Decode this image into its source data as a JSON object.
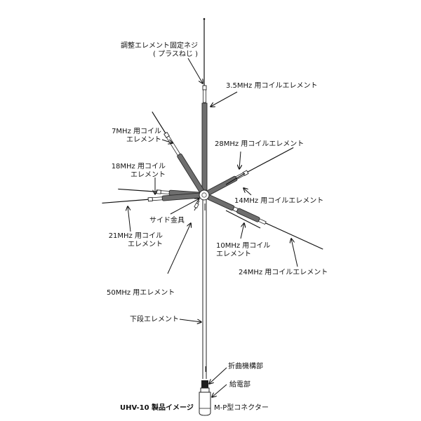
{
  "diagram": {
    "caption": "UHV-10 製品イメージ",
    "labels": {
      "adjust_screw": {
        "line1": "調整エレメント固定ネジ",
        "line2": "( プラスねじ )"
      },
      "coil_3_5": "3.5MHz 用コイルエレメント",
      "coil_7": {
        "line1": "7MHz 用コイル",
        "line2": "エレメント"
      },
      "coil_28": "28MHz 用コイルエレメント",
      "coil_18": {
        "line1": "18MHz 用コイル",
        "line2": "エレメント"
      },
      "coil_14": "14MHz 用コイルエレメント",
      "side_bracket": "サイド金具",
      "coil_21": {
        "line1": "21MHz 用コイル",
        "line2": "エレメント"
      },
      "coil_10": {
        "line1": "10MHz 用コイル",
        "line2": "エレメント"
      },
      "coil_24": "24MHz 用コイルエレメント",
      "element_50": "50MHz 用エレメント",
      "lower_element": "下段エレメント",
      "folding_mechanism": "折曲機構部",
      "feed_point": "給電部",
      "connector": "M-P型コネクター"
    },
    "colors": {
      "background": "#ffffff",
      "line": "#111111",
      "coil": "#6e6e6e",
      "coil_edge": "#2a2a2a"
    }
  }
}
